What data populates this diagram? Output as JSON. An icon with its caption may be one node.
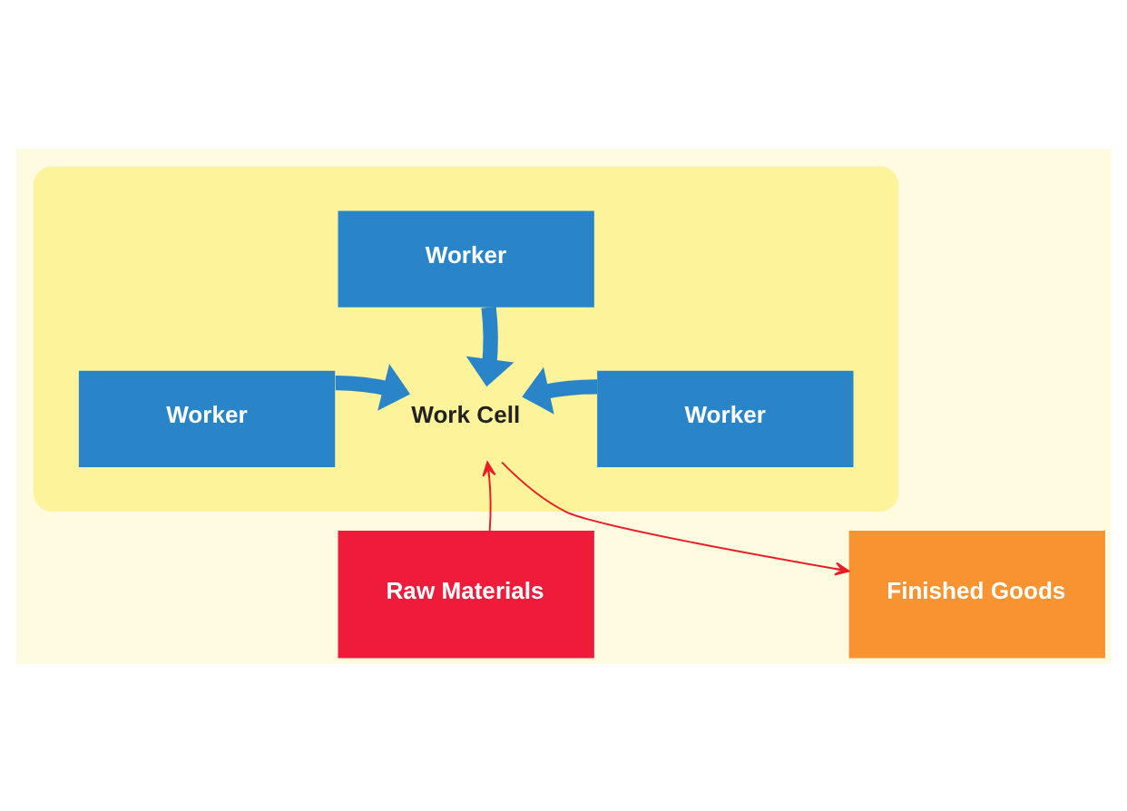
{
  "diagram": {
    "nodes": [
      {
        "text": [],
        "shape": "band"
      },
      {
        "text": [
          "Worker"
        ],
        "in": 0
      },
      {
        "text": [
          "Worker"
        ],
        "in": 0
      },
      {
        "text": [
          "Work Cell"
        ],
        "in": 0
      },
      {
        "text": [
          "Worker"
        ],
        "in": 0
      },
      {
        "text": [
          "Raw Materials"
        ]
      },
      {
        "text": [
          "Finished Goods"
        ]
      }
    ],
    "edges": [
      {
        "from": 1,
        "to": 3,
        "arrow": "to"
      },
      {
        "from": 2,
        "to": 3,
        "arrow": "to"
      },
      {
        "from": 4,
        "to": 3,
        "arrow": "to"
      },
      {
        "from": 5,
        "to": 3,
        "arrow": "to",
        "color": "#ed1c24"
      },
      {
        "from": 3,
        "to": 6,
        "arrow": "to",
        "color": "#ed1c24"
      }
    ]
  }
}
